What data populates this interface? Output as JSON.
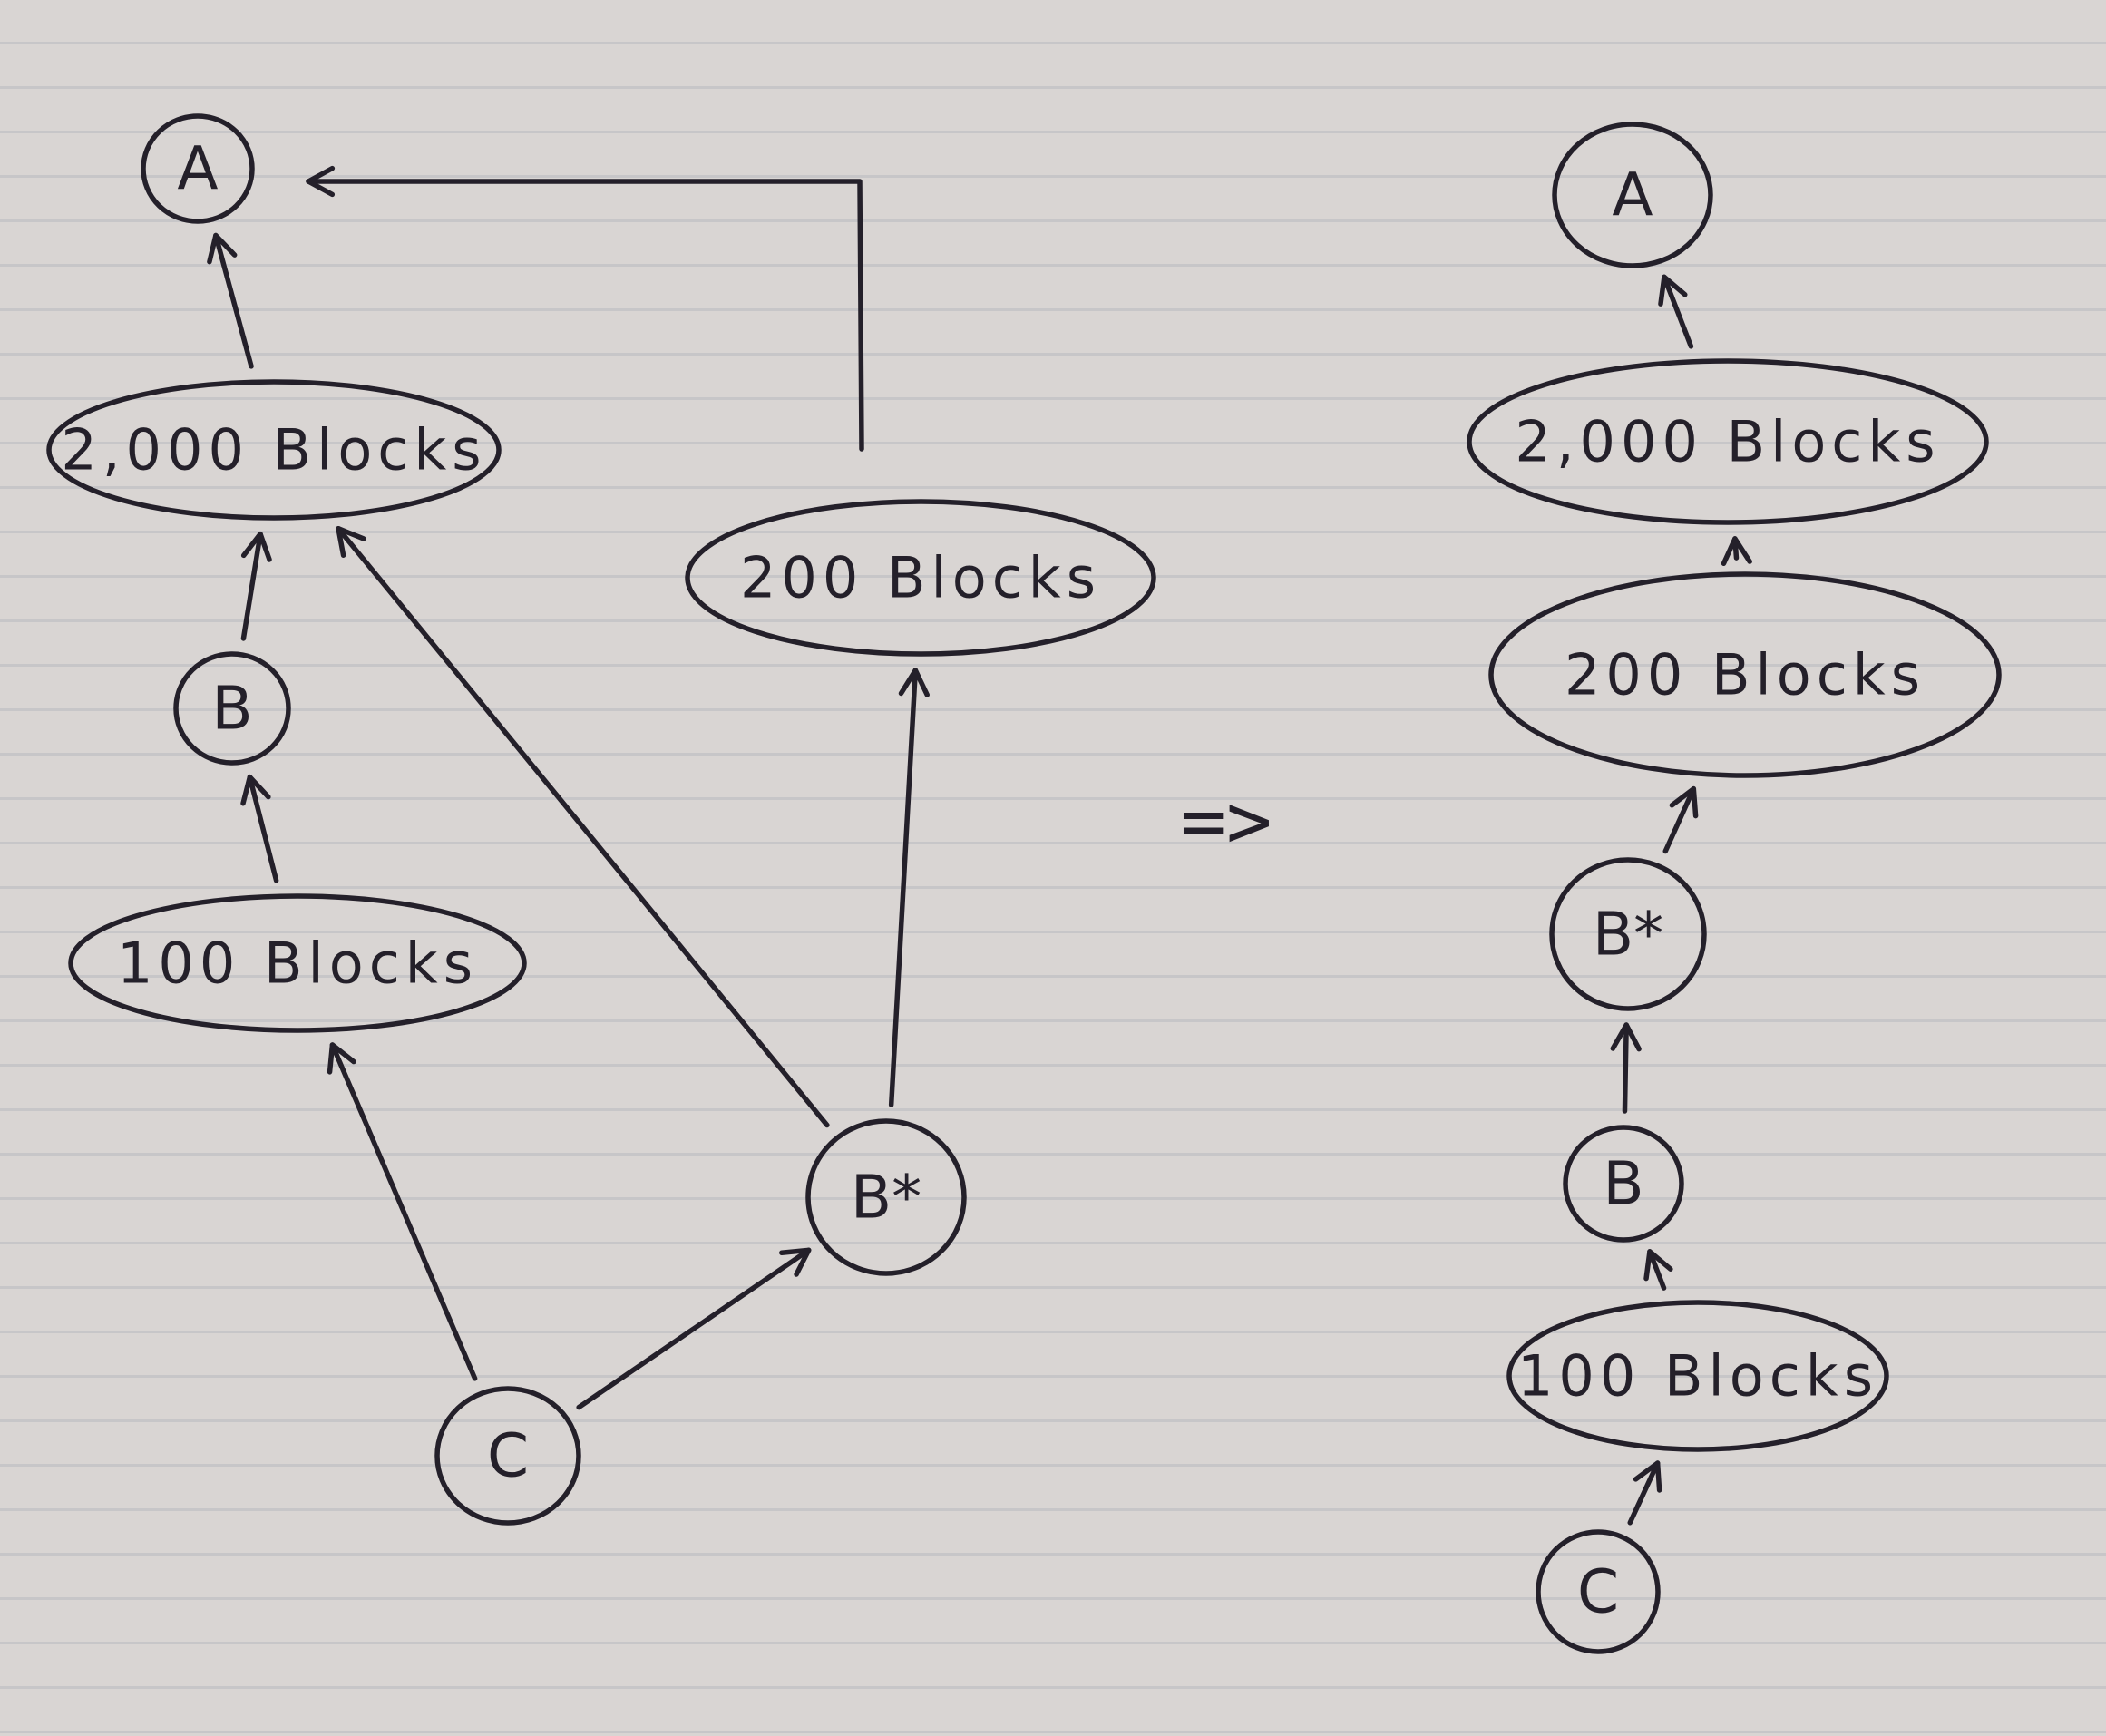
{
  "diagram": {
    "transform_symbol": "=>",
    "left": {
      "nodes": [
        {
          "id": "lA",
          "label": "A",
          "shape": "circle"
        },
        {
          "id": "l2000",
          "label": "2,000 Blocks",
          "shape": "ellipse"
        },
        {
          "id": "lB",
          "label": "B",
          "shape": "circle"
        },
        {
          "id": "l100",
          "label": "100 Blocks",
          "shape": "ellipse"
        },
        {
          "id": "l200",
          "label": "200 Blocks",
          "shape": "ellipse"
        },
        {
          "id": "lBstar",
          "label": "B*",
          "shape": "circle"
        },
        {
          "id": "lC",
          "label": "C",
          "shape": "circle"
        }
      ],
      "edges": [
        {
          "from": "l2000",
          "to": "lA"
        },
        {
          "from": "lB",
          "to": "l2000"
        },
        {
          "from": "l100",
          "to": "lB"
        },
        {
          "from": "lC",
          "to": "l100"
        },
        {
          "from": "lC",
          "to": "lBstar"
        },
        {
          "from": "lBstar",
          "to": "l2000"
        },
        {
          "from": "lBstar",
          "to": "l200"
        },
        {
          "from": "l200",
          "to": "lA"
        }
      ]
    },
    "right": {
      "nodes": [
        {
          "id": "rA",
          "label": "A",
          "shape": "circle"
        },
        {
          "id": "r2000",
          "label": "2,000 Blocks",
          "shape": "ellipse"
        },
        {
          "id": "r200",
          "label": "200 Blocks",
          "shape": "ellipse"
        },
        {
          "id": "rBstar",
          "label": "B*",
          "shape": "circle"
        },
        {
          "id": "rB",
          "label": "B",
          "shape": "circle"
        },
        {
          "id": "r100",
          "label": "100 Blocks",
          "shape": "ellipse"
        },
        {
          "id": "rC",
          "label": "C",
          "shape": "circle"
        }
      ],
      "edges": [
        {
          "from": "r2000",
          "to": "rA"
        },
        {
          "from": "r200",
          "to": "r2000"
        },
        {
          "from": "rBstar",
          "to": "r200"
        },
        {
          "from": "rB",
          "to": "rBstar"
        },
        {
          "from": "r100",
          "to": "rB"
        },
        {
          "from": "rC",
          "to": "r100"
        }
      ]
    }
  }
}
